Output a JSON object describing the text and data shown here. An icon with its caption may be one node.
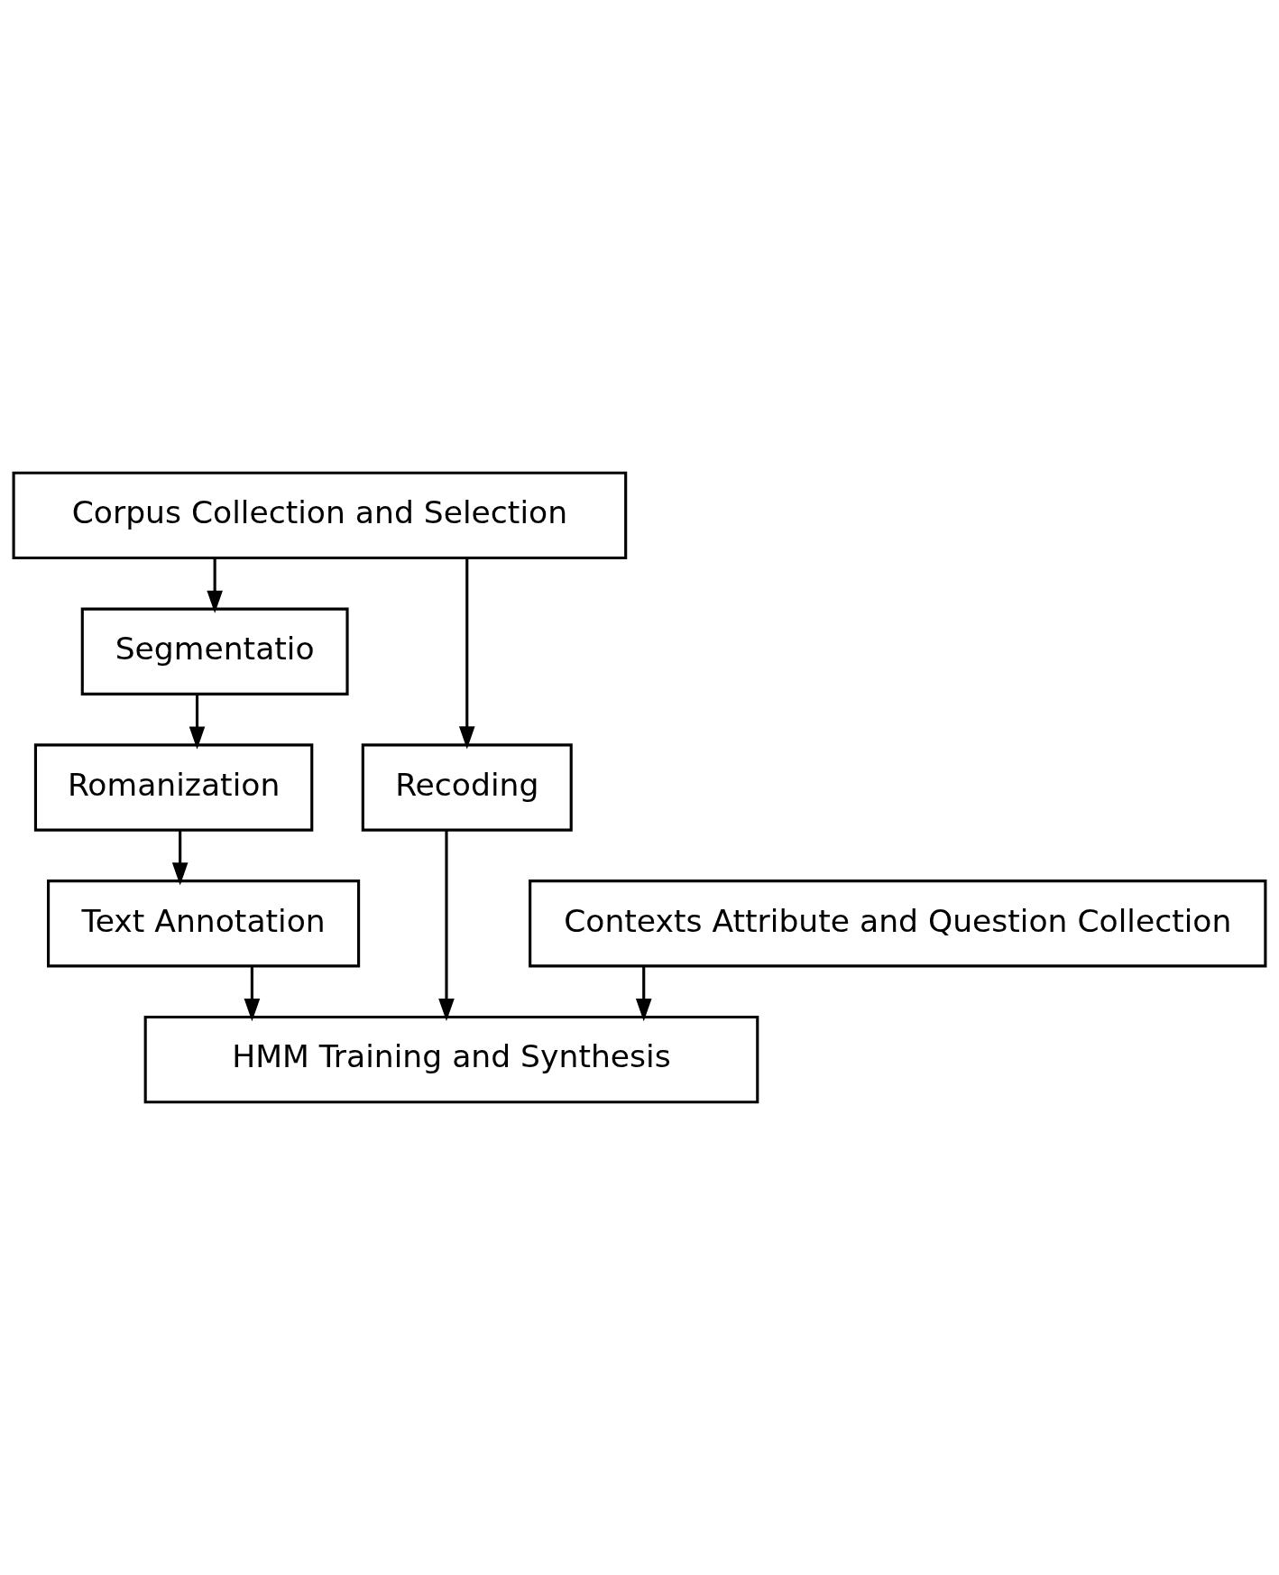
{
  "diagram": {
    "nodes": [
      {
        "text": [
          "Corpus Collection and Selection"
        ]
      },
      {
        "text": [
          "Segmentatio"
        ]
      },
      {
        "text": [
          "Romanization"
        ]
      },
      {
        "text": [
          "Recoding"
        ]
      },
      {
        "text": [
          "Text Annotation"
        ]
      },
      {
        "text": [
          "Contexts Attribute and Question Collection"
        ]
      },
      {
        "text": [
          "HMM Training and Synthesis"
        ]
      }
    ],
    "edges": [
      {
        "from": 0,
        "to": 1,
        "arrow": "to"
      },
      {
        "from": 1,
        "to": 2,
        "arrow": "to"
      },
      {
        "from": 0,
        "to": 3,
        "arrow": "to"
      },
      {
        "from": 2,
        "to": 4,
        "arrow": "to"
      },
      {
        "from": 4,
        "to": 6,
        "arrow": "to"
      },
      {
        "from": 3,
        "to": 6,
        "arrow": "to"
      },
      {
        "from": 5,
        "to": 6,
        "arrow": "to"
      }
    ]
  }
}
